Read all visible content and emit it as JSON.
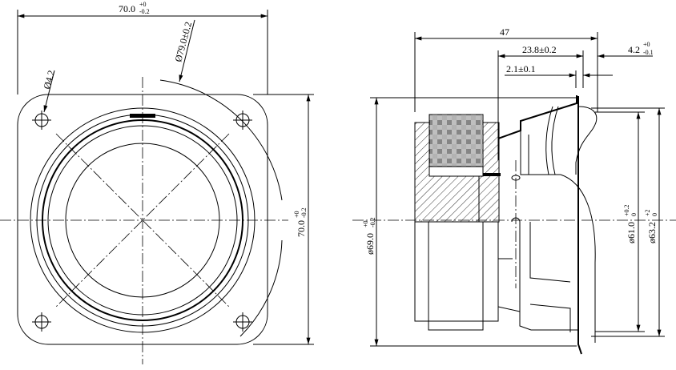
{
  "drawing": {
    "front_view": {
      "width_dim": {
        "value": "70.0",
        "upper": "+0",
        "lower": "-0.2"
      },
      "height_dim": {
        "value": "70.0",
        "upper": "+0",
        "lower": "-0.2"
      },
      "outer_diameter": "Ø79.0±0.2",
      "hole_diameter": "Ø4.2"
    },
    "side_view": {
      "overall_depth": "47",
      "depth_to_flange": "23.8±0.2",
      "small_offset": "2.1±0.1",
      "flange_thickness": {
        "value": "4.2",
        "upper": "+0",
        "lower": "-0.1"
      },
      "frame_diameter": {
        "value": "ø69.0",
        "upper": "+0",
        "lower": "-0.2"
      },
      "cutout_diameter": {
        "value": "ø61.0",
        "upper": "+0.2",
        "lower": "0"
      },
      "rim_diameter": {
        "value": "ø63.2",
        "upper": "+2",
        "lower": "0"
      }
    }
  }
}
